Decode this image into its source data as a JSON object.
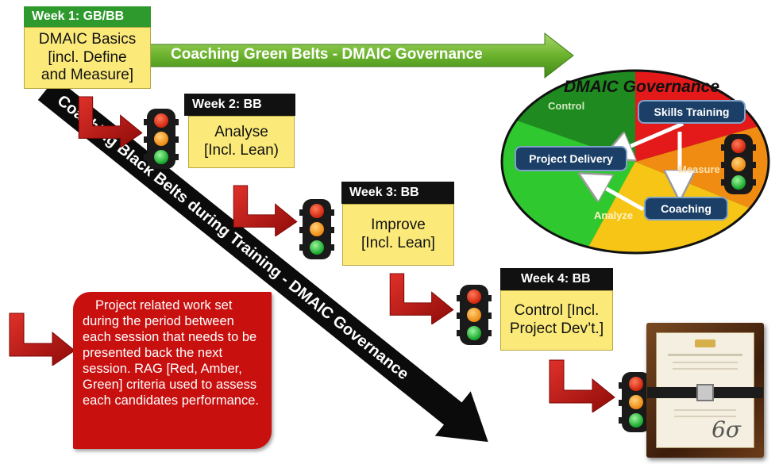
{
  "weeks": [
    {
      "header": "Week 1: GB/BB",
      "lines": [
        "DMAIC Basics",
        "[incl. Define",
        "and Measure]"
      ]
    },
    {
      "header": "Week 2: BB",
      "lines": [
        "Analyse",
        "[Incl. Lean)"
      ]
    },
    {
      "header": "Week 3: BB",
      "lines": [
        "Improve",
        "[Incl. Lean]"
      ]
    },
    {
      "header": "Week 4: BB",
      "lines": [
        "Control [Incl.",
        "Project Dev’t.]"
      ]
    }
  ],
  "green_arrow_label": "Coaching Green Belts - DMAIC Governance",
  "black_arrow_label": "Coaching Black Belts during Training - DMAIC Governance",
  "governance": {
    "title": "DMAIC Governance",
    "segments": {
      "control": "Control",
      "measure": "Measure",
      "analyze": "Analyze"
    },
    "skills_training": "Skills Training",
    "project_delivery": "Project Delivery",
    "coaching": "Coaching"
  },
  "note_text": "Project related work set during the period between each session that needs to be presented back the next session. RAG [Red, Amber, Green] criteria used to assess each candidates performance.",
  "certificate": {
    "symbol": "6σ"
  },
  "colors": {
    "header_green": "#2e9a2e",
    "header_black": "#111111",
    "box_yellow": "#fbea7a",
    "arrow_green": "#6bb22d",
    "arrow_red": "#c0130f",
    "note_red": "#c8100f",
    "navy": "#1b3f66"
  }
}
